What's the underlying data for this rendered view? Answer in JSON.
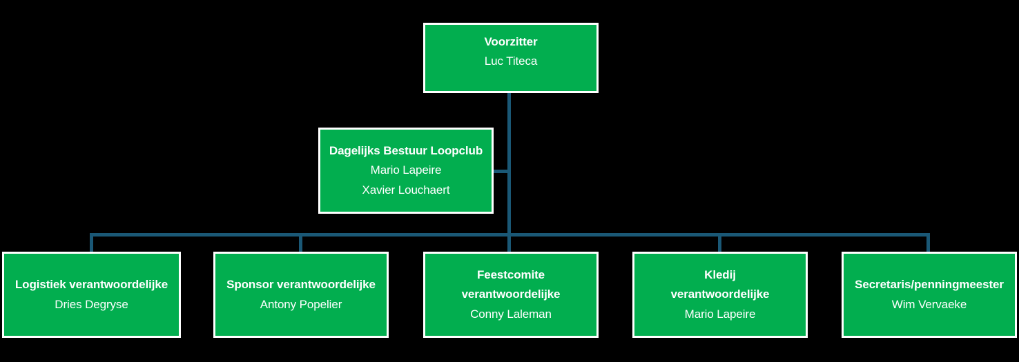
{
  "theme": {
    "background_color": "#000000",
    "box_fill_color": "#02AE4F",
    "box_border_color": "#FFFFFF",
    "connector_color": "#1A5876",
    "text_color": "#FFFFFF"
  },
  "nodes": {
    "voorzitter": {
      "title": "Voorzitter",
      "people": [
        "Luc Titeca"
      ]
    },
    "dagelijks_bestuur": {
      "title": "Dagelijks Bestuur Loopclub",
      "people": [
        "Mario Lapeire",
        "Xavier Louchaert"
      ]
    },
    "logistiek": {
      "title": "Logistiek verantwoordelijke",
      "people": [
        "Dries Degryse"
      ]
    },
    "sponsor": {
      "title": "Sponsor verantwoordelijke",
      "people": [
        "Antony Popelier"
      ]
    },
    "feestcomite": {
      "title": "Feestcomite\nverantwoordelijke",
      "people": [
        "Conny Laleman"
      ]
    },
    "kledij": {
      "title": "Kledij\nverantwoordelijke",
      "people": [
        "Mario Lapeire"
      ]
    },
    "secretaris": {
      "title": "Secretaris/penningmeester",
      "people": [
        "Wim Vervaeke"
      ]
    }
  }
}
